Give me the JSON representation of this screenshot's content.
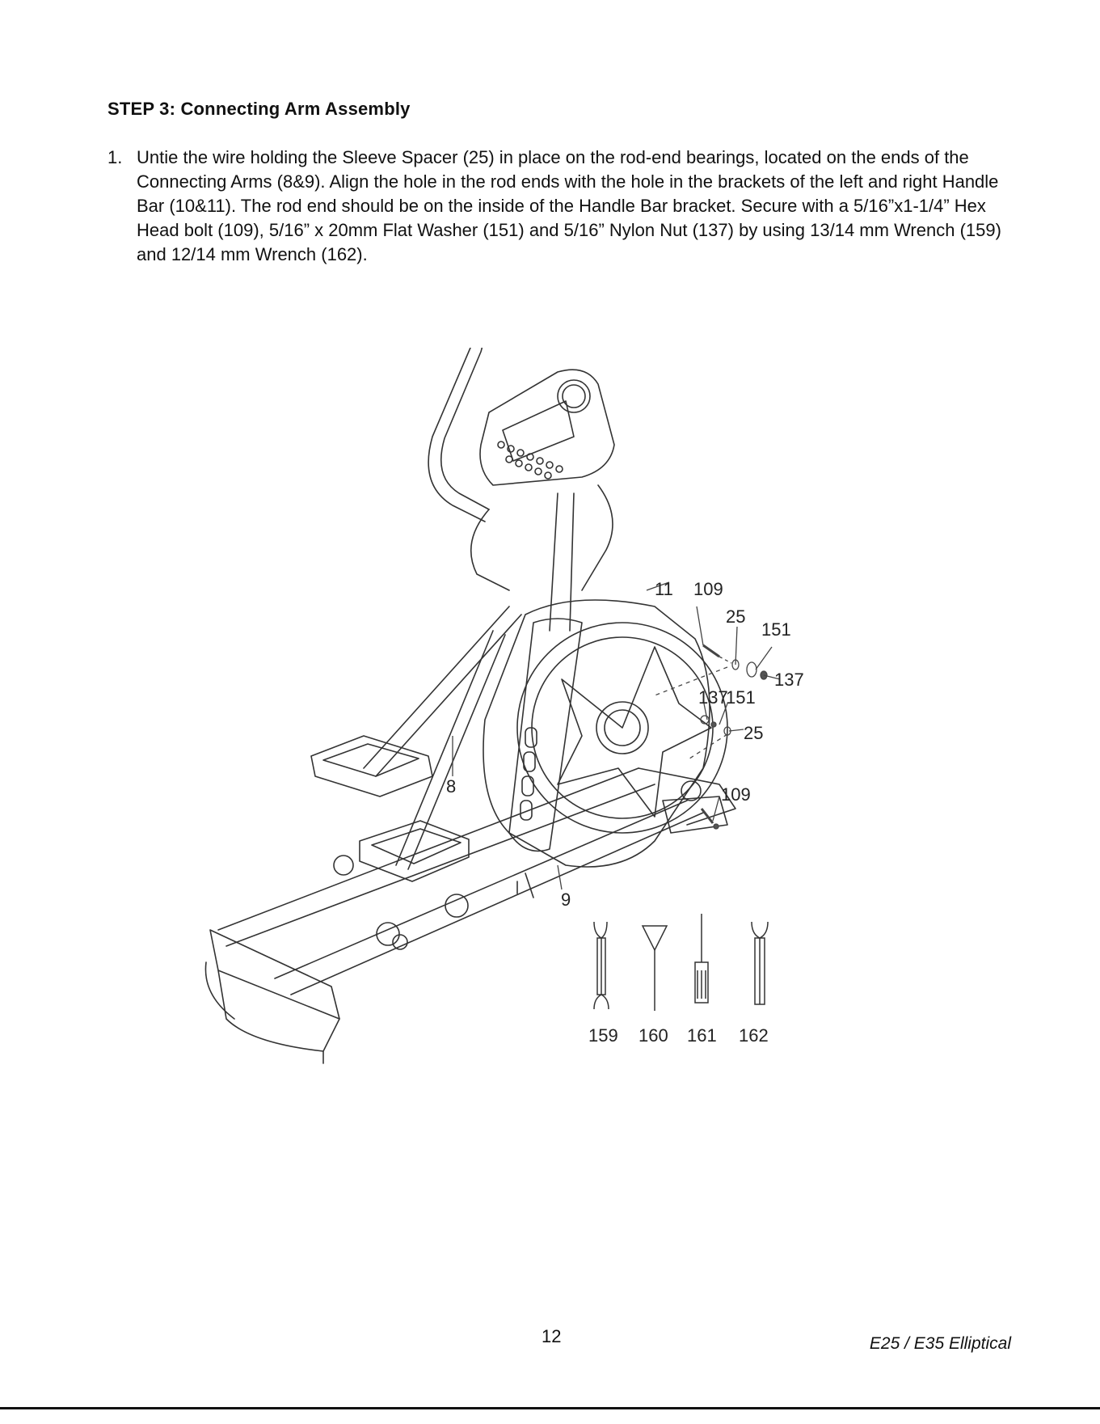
{
  "heading": "STEP 3: Connecting Arm Assembly",
  "steps": [
    {
      "num": "1.",
      "text": "Untie the wire holding the Sleeve Spacer (25) in place on the rod-end bearings, located on the ends of the Connecting Arms (8&9). Align the hole in the rod ends with the hole in the brackets of the left and right Handle Bar (10&11). The rod end should be on the inside of the Handle Bar bracket. Secure with a 5/16”x1-1/4” Hex Head bolt (109), 5/16” x 20mm Flat Washer (151) and 5/16” Nylon Nut (137) by using 13/14 mm Wrench (159) and 12/14 mm Wrench (162)."
    }
  ],
  "callouts": {
    "c11": "11",
    "c109a": "109",
    "c25a": "25",
    "c151a": "151",
    "c137a": "137",
    "c137b": "137",
    "c151b": "151",
    "c25b": "25",
    "c8": "8",
    "c109b": "109",
    "c9": "9"
  },
  "tools": {
    "t159": "159",
    "t160": "160",
    "t161": "161",
    "t162": "162"
  },
  "footer": {
    "page_number": "12",
    "model": "E25 / E35 Elliptical"
  }
}
